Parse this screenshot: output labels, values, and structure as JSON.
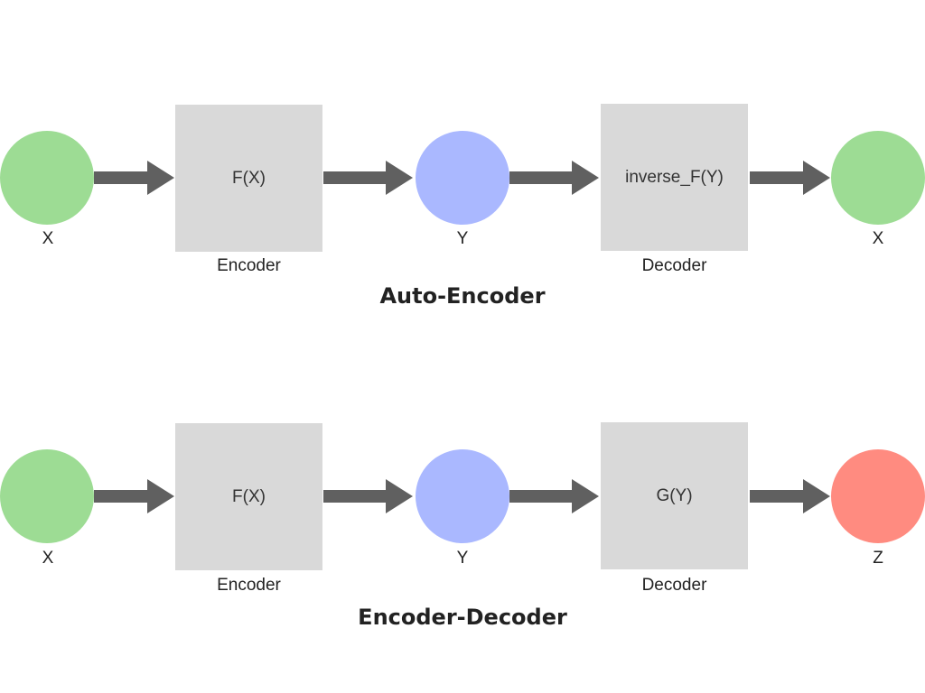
{
  "colors": {
    "input": "#9ddc94",
    "latent": "#aab8ff",
    "output_z": "#ff8b80",
    "box": "#d9d9d9",
    "arrow": "#606060"
  },
  "auto_encoder": {
    "title": "Auto-Encoder",
    "input_label": "X",
    "encoder_fn": "F(X)",
    "encoder_label": "Encoder",
    "latent_label": "Y",
    "decoder_fn": "inverse_F(Y)",
    "decoder_label": "Decoder",
    "output_label": "X"
  },
  "encoder_decoder": {
    "title": "Encoder-Decoder",
    "input_label": "X",
    "encoder_fn": "F(X)",
    "encoder_label": "Encoder",
    "latent_label": "Y",
    "decoder_fn": "G(Y)",
    "decoder_label": "Decoder",
    "output_label": "Z"
  }
}
